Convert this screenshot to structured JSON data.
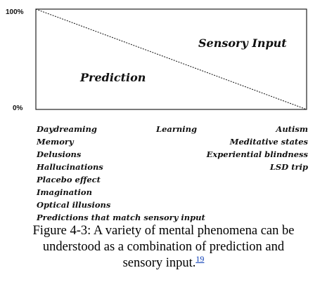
{
  "diagram": {
    "y_axis": {
      "top_label": "100%",
      "bottom_label": "0%"
    },
    "regions": {
      "upper": "Sensory Input",
      "lower": "Prediction"
    },
    "phenomena": {
      "left": [
        "Daydreaming",
        "Memory",
        "Delusions",
        "Hallucinations",
        "Placebo effect",
        "Imagination",
        "Optical illusions",
        "Predictions that match sensory input"
      ],
      "center": [
        "Learning"
      ],
      "right": [
        "Autism",
        "Meditative states",
        "Experiential blindness",
        "LSD trip"
      ]
    }
  },
  "caption": {
    "line1": "Figure 4-3: A variety of mental phenomena can be",
    "line2": "understood as a combination of prediction and",
    "line3": "sensory input.",
    "footnote": "19"
  }
}
